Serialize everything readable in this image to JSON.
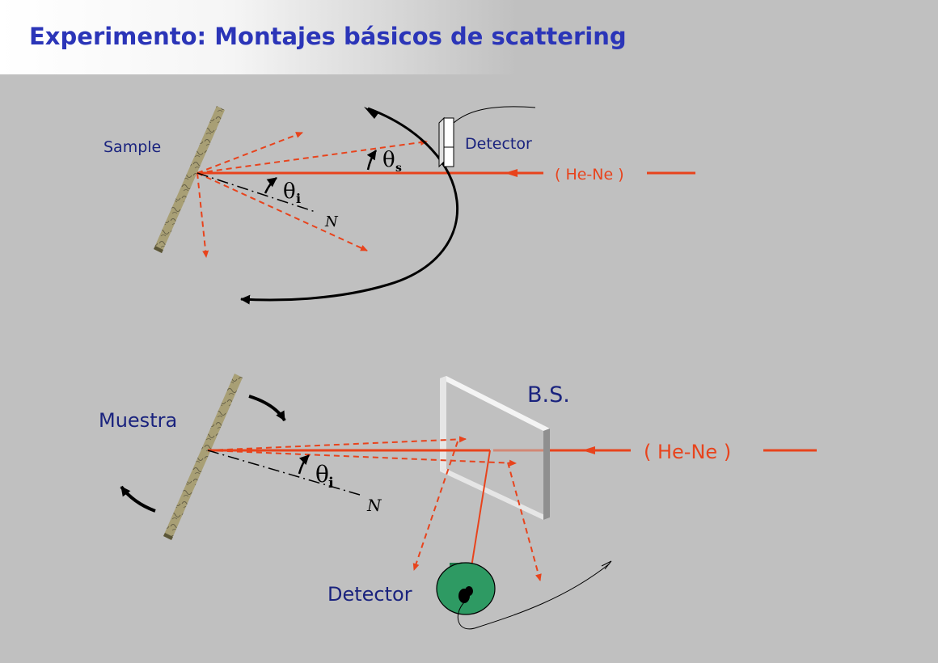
{
  "title": "Experimento: Montajes básicos de scattering",
  "top_setup": {
    "sample_label": "Sample",
    "detector_label": "Detector",
    "laser_label": "( He-Ne )",
    "theta_s_symbol": "θ",
    "theta_s_sub": "s",
    "theta_i_symbol": "θ",
    "theta_i_sub": "i",
    "normal_label": "N"
  },
  "bottom_setup": {
    "sample_label": "Muestra",
    "beamsplitter_label": "B.S.",
    "laser_label": "( He-Ne )",
    "detector_label": "Detector",
    "theta_i_symbol": "θ",
    "theta_i_sub": "i",
    "normal_label": "N"
  },
  "colors": {
    "beam": "#e8431c",
    "label_blue": "#1a237e",
    "title_blue": "#2b35b8",
    "sample_fill": "#8a8260",
    "detector_green": "#2e9a63"
  }
}
